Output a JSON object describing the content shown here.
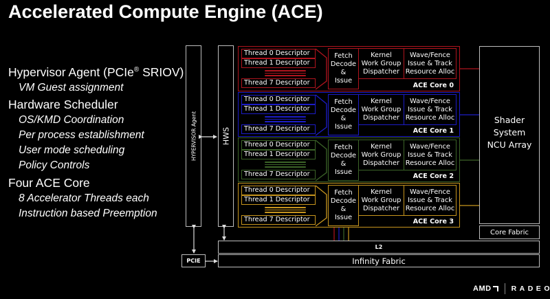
{
  "title": "Accelerated Compute Engine (ACE)",
  "bullets": [
    {
      "heading": "Hypervisor Agent (PCIe",
      "heading_sup": "®",
      "heading_tail": " SRIOV)",
      "items": [
        "VM Guest assignment"
      ]
    },
    {
      "heading": "Hardware Scheduler",
      "items": [
        "OS/KMD Coordination",
        "Per process establishment",
        "User mode scheduling",
        "Policy Controls"
      ]
    },
    {
      "heading": "Four ACE Core",
      "items": [
        "8 Accelerator Threads each",
        "Instruction based Preemption"
      ]
    }
  ],
  "diagram": {
    "hypervisor_label": "HYPERVISOR Agent",
    "hws_label": "HWS",
    "pcie_label": "PCIE",
    "l2_label": "L2",
    "infinity_fabric_label": "Infinity Fabric",
    "shader_label": "Shader\nSystem\nNCU Array",
    "core_fabric_label": "Core Fabric",
    "cores": [
      {
        "name": "ACE Core 0",
        "color": "#b0141e",
        "threads": [
          "Thread 0 Descriptor",
          "Thread 1 Descriptor",
          "Thread 7 Descriptor"
        ],
        "fetch": "Fetch\nDecode\n&\nIssue",
        "kernel": "Kernel\nWork Group\nDispatcher",
        "wave": "Wave/Fence\nIssue & Track\nResource Alloc"
      },
      {
        "name": "ACE Core 1",
        "color": "#1c1cc8",
        "threads": [
          "Thread 0 Descriptor",
          "Thread 1 Descriptor",
          "Thread 7 Descriptor"
        ],
        "fetch": "Fetch\nDecode\n&\nIssue",
        "kernel": "Kernel\nWork Group\nDispatcher",
        "wave": "Wave/Fence\nIssue & Track\nResource Alloc"
      },
      {
        "name": "ACE Core 2",
        "color": "#3c6428",
        "threads": [
          "Thread 0 Descriptor",
          "Thread 1 Descriptor",
          "Thread 7 Descriptor"
        ],
        "fetch": "Fetch\nDecode\n&\nIssue",
        "kernel": "Kernel\nWork Group\nDispatcher",
        "wave": "Wave/Fence\nIssue & Track\nResource Alloc"
      },
      {
        "name": "ACE Core 3",
        "color": "#c8961e",
        "threads": [
          "Thread 0 Descriptor",
          "Thread 1 Descriptor",
          "Thread 7 Descriptor"
        ],
        "fetch": "Fetch\nDecode\n&\nIssue",
        "kernel": "Kernel\nWork Group\nDispatcher",
        "wave": "Wave/Fence\nIssue & Track\nResource Alloc"
      }
    ]
  },
  "logo": {
    "amd": "AMD",
    "radeon": "RADEON"
  }
}
